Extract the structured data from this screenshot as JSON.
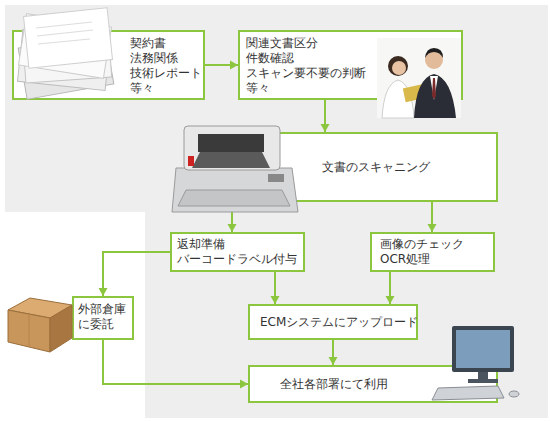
{
  "diagram": {
    "nodes": [
      {
        "text": [
          "契約書 法務関係 技術レポート 等々"
        ]
      },
      {
        "text": [
          "関連文書区分 件数確認 スキャン要不要の判断 等々"
        ]
      },
      {
        "text": [
          "文書のスキャニング"
        ]
      },
      {
        "text": [
          "返却準備 バーコードラベル付与"
        ]
      },
      {
        "text": [
          "画像のチェック OCR処理"
        ]
      },
      {
        "text": [
          "外部倉庫 に委託"
        ]
      },
      {
        "text": [
          "ECMシステムにアップロード"
        ]
      },
      {
        "text": [
          "全社各部署にて利用"
        ]
      }
    ],
    "edges": [
      {
        "from": 0,
        "to": 1,
        "arrow": "to"
      },
      {
        "from": 1,
        "to": 2,
        "arrow": "to"
      },
      {
        "from": 2,
        "to": 3,
        "arrow": "to"
      },
      {
        "from": 2,
        "to": 4,
        "arrow": "to"
      },
      {
        "from": 3,
        "to": 5,
        "arrow": "to"
      },
      {
        "from": 3,
        "to": 6,
        "arrow": "to"
      },
      {
        "from": 4,
        "to": 6,
        "arrow": "to"
      },
      {
        "from": 6,
        "to": 7,
        "arrow": "to"
      },
      {
        "from": 5,
        "to": 7,
        "arrow": "to"
      }
    ]
  }
}
